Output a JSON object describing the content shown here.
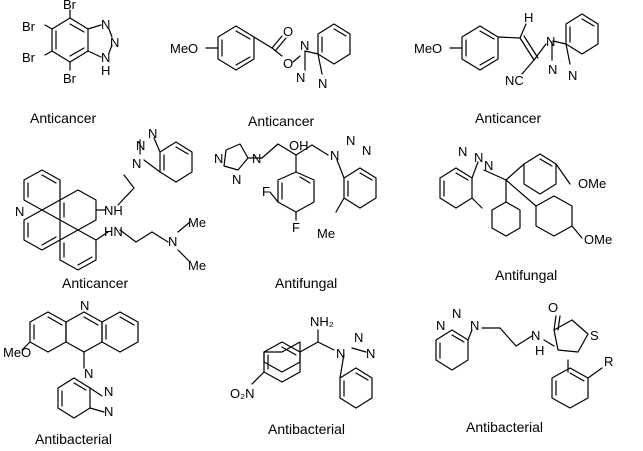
{
  "figure": {
    "compounds": [
      {
        "id": "c1",
        "label": "Anticancer",
        "atoms": [
          "Br",
          "Br",
          "Br",
          "Br",
          "N",
          "N",
          "N",
          "H"
        ]
      },
      {
        "id": "c2",
        "label": "Anticancer",
        "atoms": [
          "MeO",
          "O",
          "O",
          "N",
          "N",
          "N"
        ]
      },
      {
        "id": "c3",
        "label": "Anticancer",
        "atoms": [
          "MeO",
          "H",
          "NC",
          "N",
          "N",
          "N"
        ]
      },
      {
        "id": "c4",
        "label": "Anticancer",
        "atoms": [
          "N",
          "N",
          "N",
          "N",
          "NH",
          "HN",
          "N",
          "Me",
          "Me"
        ]
      },
      {
        "id": "c5",
        "label": "Antifungal",
        "atoms": [
          "OH",
          "N",
          "N",
          "N",
          "F",
          "F",
          "N",
          "N",
          "N",
          "Me"
        ]
      },
      {
        "id": "c6",
        "label": "Antifungal",
        "atoms": [
          "N",
          "N",
          "N",
          "OMe",
          "OMe"
        ]
      },
      {
        "id": "c7",
        "label": "Antibacterial",
        "atoms": [
          "MeO",
          "N",
          "N",
          "N",
          "N"
        ]
      },
      {
        "id": "c8",
        "label": "Antibacterial",
        "atoms": [
          "NH₂",
          "N",
          "N",
          "N",
          "O₂N"
        ]
      },
      {
        "id": "c9",
        "label": "Antibacterial",
        "atoms": [
          "O",
          "S",
          "N",
          "N",
          "N",
          "N",
          "H",
          "R"
        ]
      }
    ]
  }
}
